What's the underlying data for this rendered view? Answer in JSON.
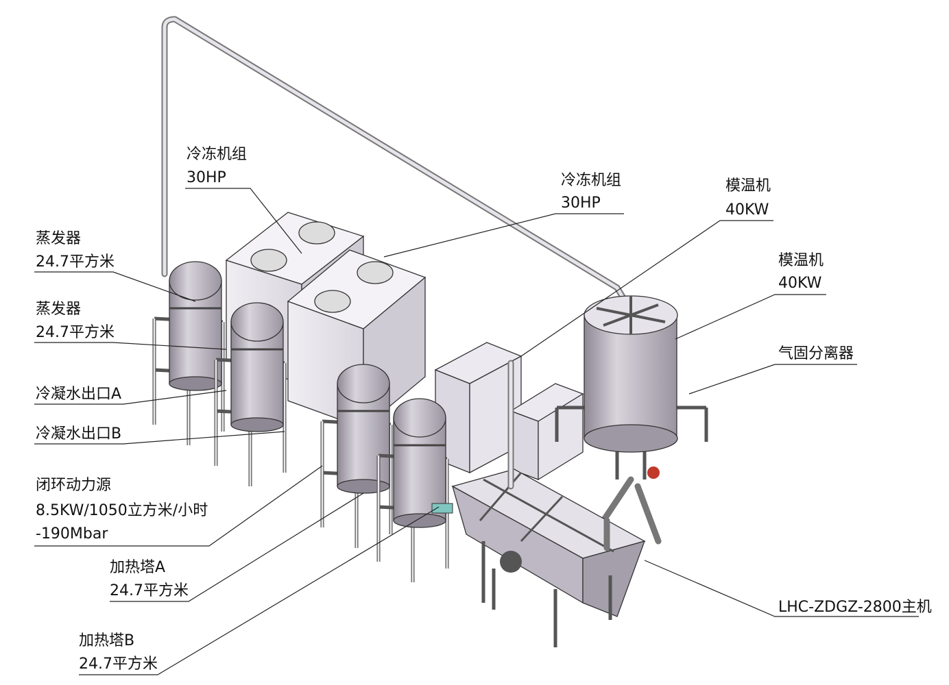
{
  "title": "LHC-ZDGZ-2800 system layout",
  "labels": {
    "chiller_1": {
      "name": "冷冻机组",
      "spec": "30HP"
    },
    "chiller_2": {
      "name": "冷冻机组",
      "spec": "30HP"
    },
    "mold_temp_1": {
      "name": "模温机",
      "spec": "40KW"
    },
    "mold_temp_2": {
      "name": "模温机",
      "spec": "40KW"
    },
    "separator": {
      "name": "气固分离器"
    },
    "main_unit": {
      "name": "LHC-ZDGZ-2800主机"
    },
    "evaporator_1": {
      "name": "蒸发器",
      "spec": "24.7平方米"
    },
    "evaporator_2": {
      "name": "蒸发器",
      "spec": "24.7平方米"
    },
    "condensate_a": {
      "name": "冷凝水出口A"
    },
    "condensate_b": {
      "name": "冷凝水出口B"
    },
    "power_source": {
      "name": "闭环动力源",
      "spec": "8.5KW/1050立方米/小时",
      "pressure": "-190Mbar"
    },
    "heater_a": {
      "name": "加热塔A",
      "spec": "24.7平方米"
    },
    "heater_b": {
      "name": "加热塔B",
      "spec": "24.7平方米"
    }
  },
  "colors": {
    "metal": "#a9a4ae",
    "metal_light": "#e6e3ea",
    "accent_valve": "#c0392b",
    "accent_pipe": "#7fc6c0"
  }
}
